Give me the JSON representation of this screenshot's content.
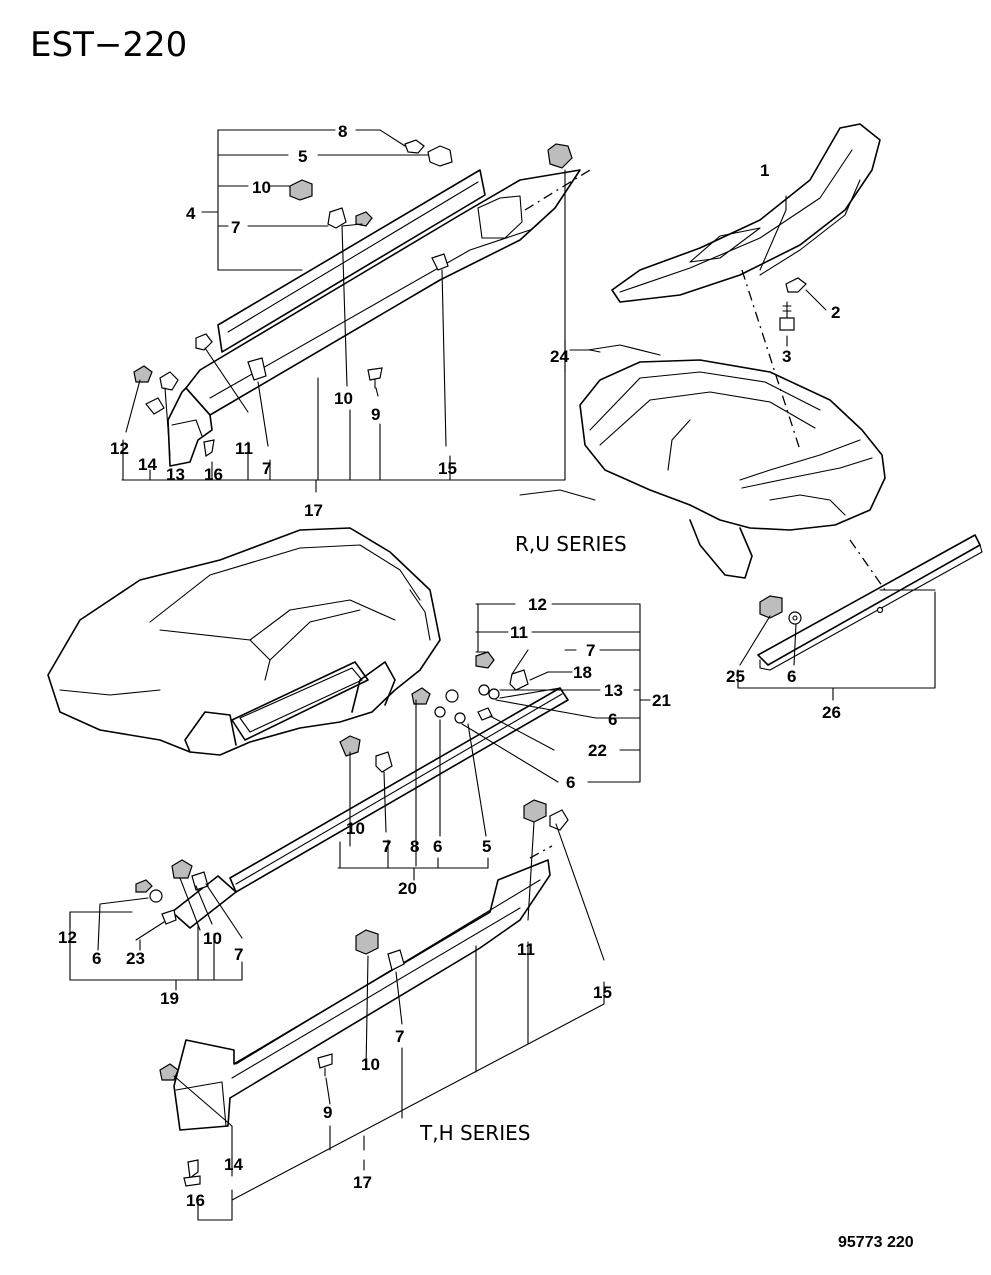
{
  "header": {
    "diagram_code": "EST−220"
  },
  "footer": {
    "ref_number": "95773  220"
  },
  "series_labels": {
    "ru": "R,U SERIES",
    "th": "T,H SERIES"
  },
  "callouts": {
    "c1": "1",
    "c2": "2",
    "c3": "3",
    "c4": "4",
    "c5": "5",
    "c7": "7",
    "c8": "8",
    "c10": "10",
    "c9": "9",
    "c11": "11",
    "c12": "12",
    "c13": "13",
    "c14": "14",
    "c15": "15",
    "c16": "16",
    "c17": "17",
    "c24": "24",
    "r12": "12",
    "r11": "11",
    "r7": "7",
    "r18": "18",
    "r13": "13",
    "r21": "21",
    "r6a": "6",
    "r22": "22",
    "r6b": "6",
    "m10": "10",
    "m7": "7",
    "m8": "8",
    "m6": "6",
    "m5": "5",
    "m20": "20",
    "s12": "12",
    "s6": "6",
    "s23": "23",
    "s10": "10",
    "s7": "7",
    "s19": "19",
    "t25": "25",
    "t6": "6",
    "t26": "26",
    "b11": "11",
    "b15": "15",
    "b10": "10",
    "b7": "7",
    "b9": "9",
    "b14": "14",
    "b17": "17",
    "b16": "16"
  }
}
